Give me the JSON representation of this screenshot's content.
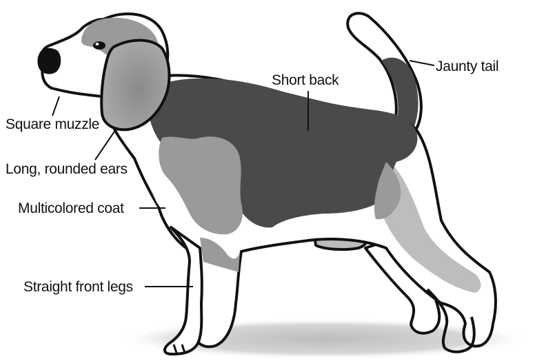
{
  "labels": {
    "short_back": "Short back",
    "jaunty_tail": "Jaunty tail",
    "square_muzzle": "Square muzzle",
    "long_rounded_ears": "Long, rounded ears",
    "multicolored_coat": "Multicolored coat",
    "straight_front_legs": "Straight front legs"
  },
  "colors": {
    "outline": "#111111",
    "dark_coat": "#4a4a4a",
    "mid_coat": "#9a9a9a",
    "light_coat": "#d8d8d8",
    "white_coat": "#ffffff",
    "shadow": "#c8c8c8"
  }
}
